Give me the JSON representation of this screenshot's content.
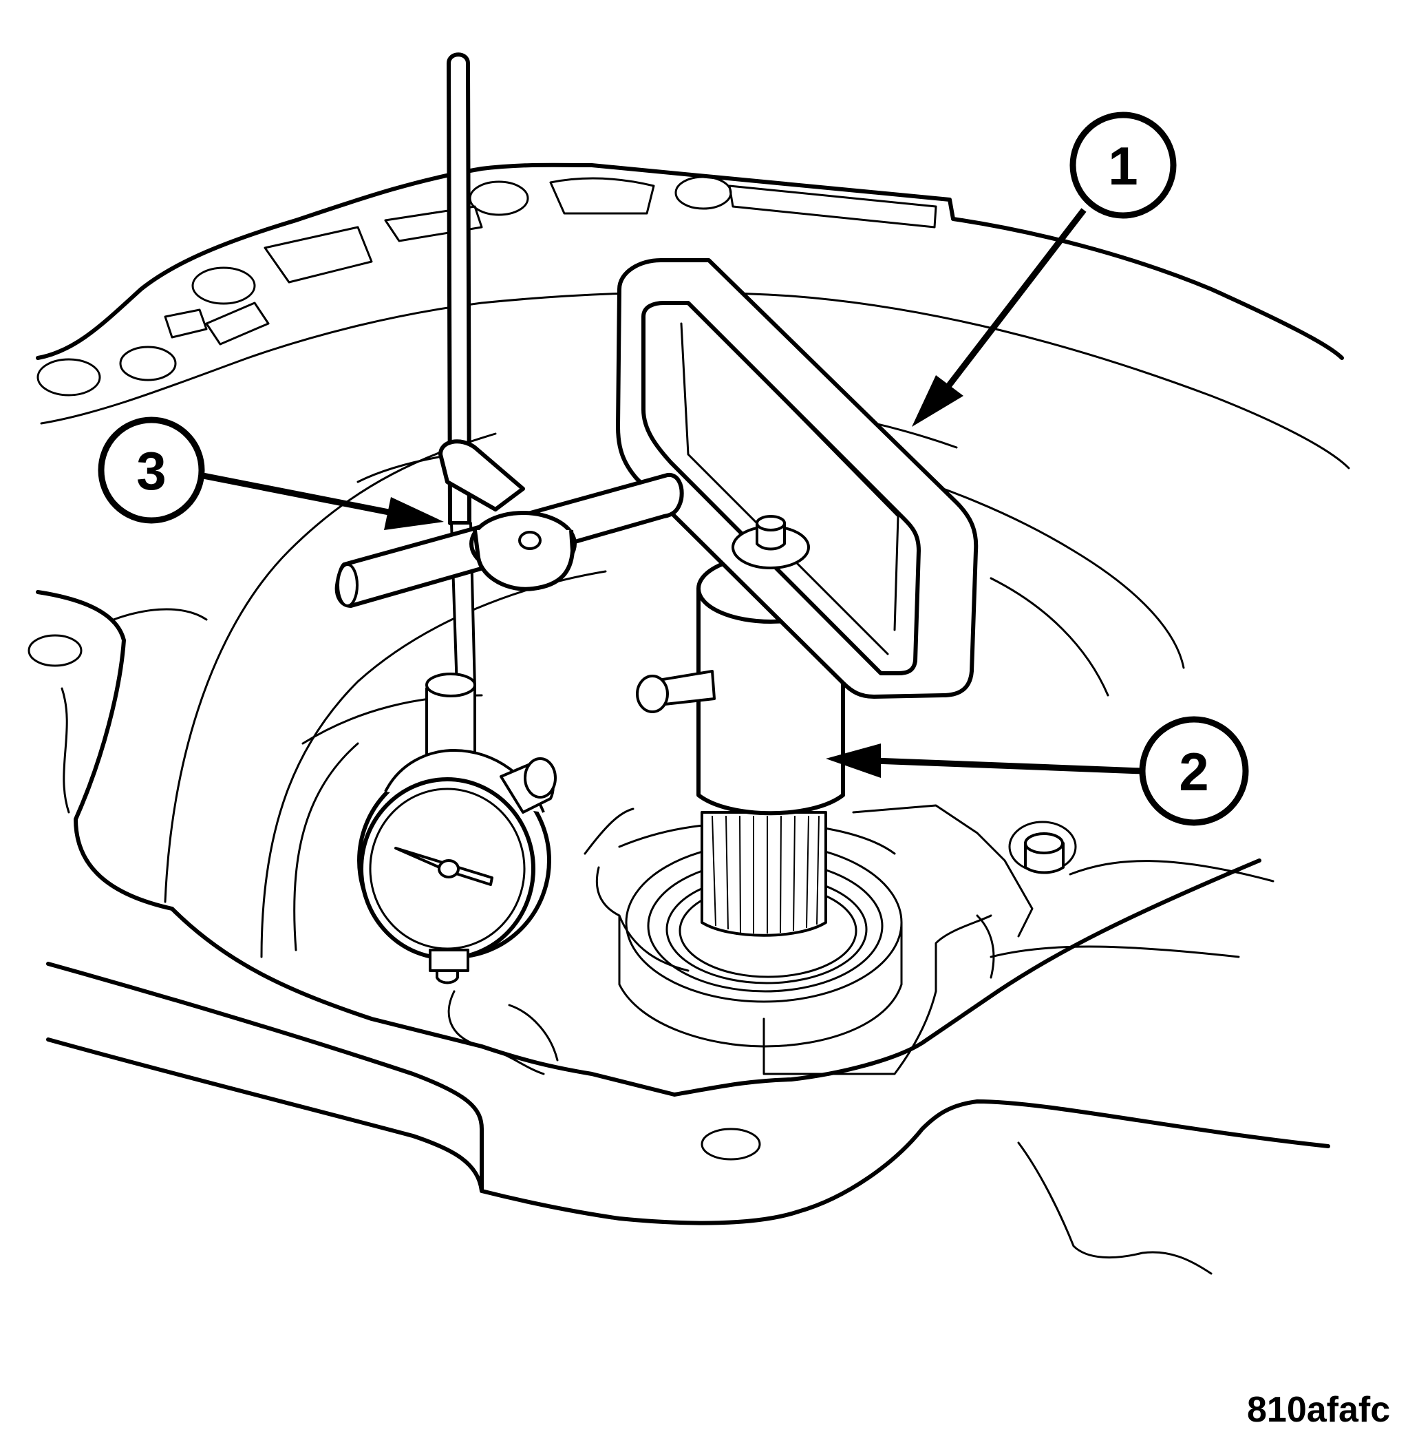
{
  "figure": {
    "code": "810afafc",
    "callouts": [
      {
        "id": "1",
        "label": "1"
      },
      {
        "id": "2",
        "label": "2"
      },
      {
        "id": "3",
        "label": "3"
      }
    ]
  }
}
